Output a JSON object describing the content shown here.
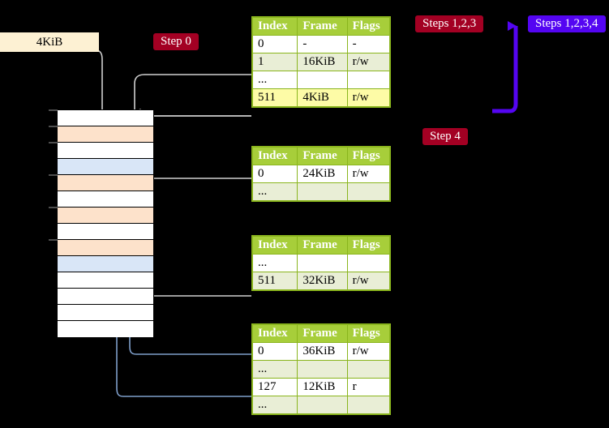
{
  "diagram": {
    "title_hidden": "",
    "size_box": {
      "label": "4KiB"
    },
    "badges": [
      {
        "name": "step-0",
        "text": "Step 0",
        "color": "#a30023",
        "style": "red"
      },
      {
        "name": "steps-123",
        "text": "Steps 1,2,3",
        "color": "#a30023",
        "style": "red"
      },
      {
        "name": "steps-1234",
        "text": "Steps 1,2,3,4",
        "color": "#5405f2",
        "style": "violet"
      },
      {
        "name": "step-4",
        "text": "Step 4",
        "color": "#a30023",
        "style": "red"
      }
    ],
    "colors": {
      "header_green": "#a7ce3a",
      "row_alt_green": "#e9eed6",
      "row_highlight": "#fdfba6",
      "memory_orange": "#fde2cb",
      "memory_blue": "#d9e6f7",
      "size_box_bg": "#fdf1d3",
      "badge_red": "#a30023",
      "badge_violet": "#5405f2",
      "connector_gray": "#c9c9c9",
      "connector_blue": "#7f9fcb",
      "arrow_blue": "#5405f2"
    },
    "memory_rows": [
      {
        "fill": "white"
      },
      {
        "fill": "orange"
      },
      {
        "fill": "white"
      },
      {
        "fill": "blue"
      },
      {
        "fill": "orange"
      },
      {
        "fill": "white"
      },
      {
        "fill": "orange"
      },
      {
        "fill": "white"
      },
      {
        "fill": "orange"
      },
      {
        "fill": "blue"
      },
      {
        "fill": "white"
      },
      {
        "fill": "white"
      },
      {
        "fill": "white"
      },
      {
        "fill": "white"
      }
    ],
    "columns": [
      "Index",
      "Frame",
      "Flags"
    ],
    "tables": [
      {
        "name": "page-table-level-4",
        "rows": [
          {
            "index": "0",
            "frame": "-",
            "flags": "-",
            "style": "plain"
          },
          {
            "index": "1",
            "frame": "16KiB",
            "flags": "r/w",
            "style": "alt"
          },
          {
            "index": "...",
            "frame": "",
            "flags": "",
            "style": "plain"
          },
          {
            "index": "511",
            "frame": "4KiB",
            "flags": "r/w",
            "style": "highlight"
          }
        ]
      },
      {
        "name": "page-table-level-3",
        "rows": [
          {
            "index": "0",
            "frame": "24KiB",
            "flags": "r/w",
            "style": "plain"
          },
          {
            "index": "...",
            "frame": "",
            "flags": "",
            "style": "alt"
          }
        ]
      },
      {
        "name": "page-table-level-2",
        "rows": [
          {
            "index": "...",
            "frame": "",
            "flags": "",
            "style": "plain"
          },
          {
            "index": "511",
            "frame": "32KiB",
            "flags": "r/w",
            "style": "alt"
          }
        ]
      },
      {
        "name": "page-table-level-1",
        "rows": [
          {
            "index": "0",
            "frame": "36KiB",
            "flags": "r/w",
            "style": "plain"
          },
          {
            "index": "...",
            "frame": "",
            "flags": "",
            "style": "alt"
          },
          {
            "index": "127",
            "frame": "12KiB",
            "flags": "r",
            "style": "plain"
          },
          {
            "index": "...",
            "frame": "",
            "flags": "",
            "style": "alt"
          }
        ]
      }
    ]
  }
}
